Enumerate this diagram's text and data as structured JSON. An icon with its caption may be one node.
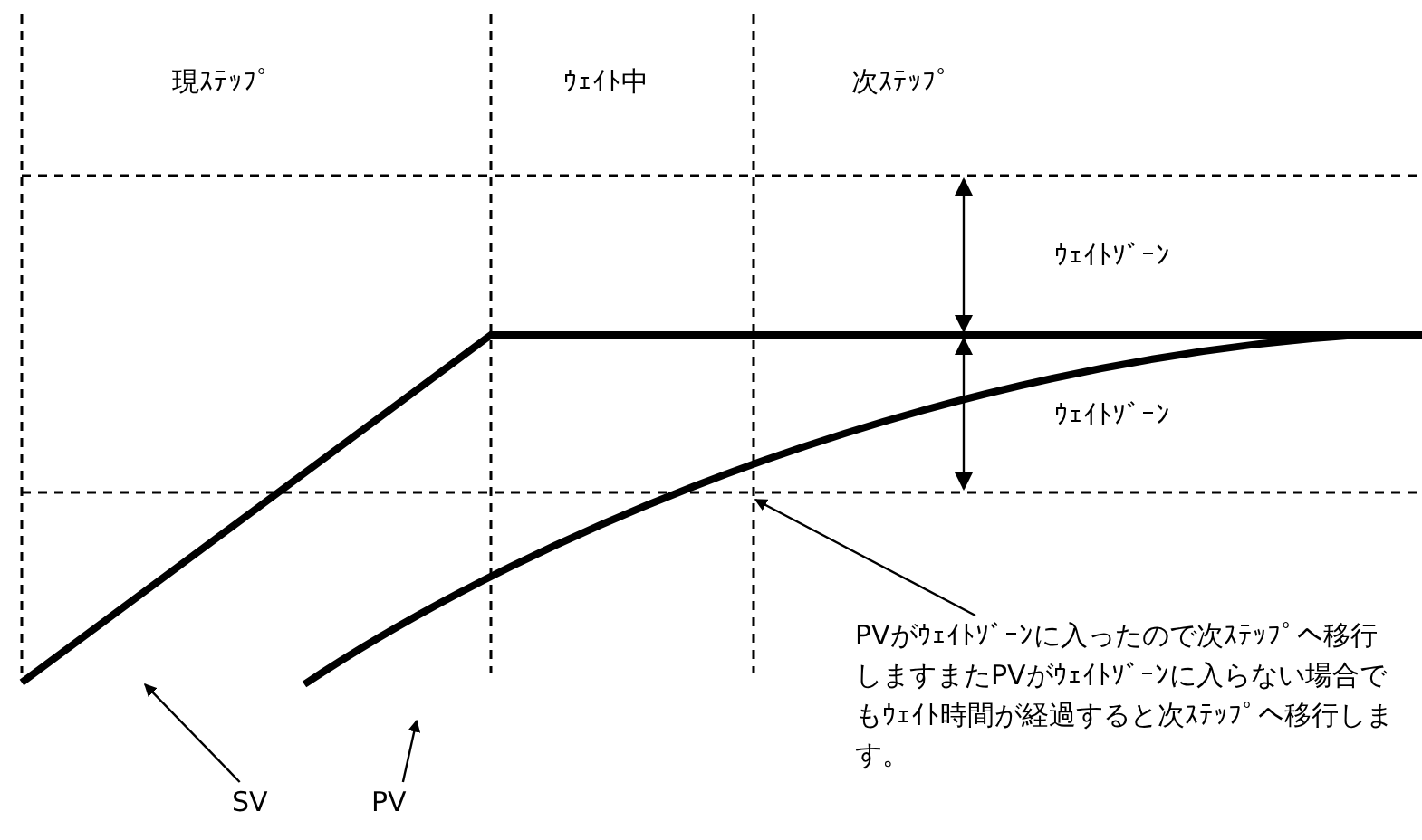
{
  "diagram": {
    "nodes": [
      {
        "text": [
          "SV"
        ]
      },
      {
        "text": [
          "PV"
        ]
      },
      {
        "text": [
          "PVがｳｪｲﾄｿﾞｰﾝに入ったので次ｽﾃｯﾌﾟへ移行しますまたPVがｳｪｲﾄｿﾞｰﾝに入らない場合でもｳｪｲﾄ時間が経過すると次ｽﾃｯﾌﾟへ移行します。"
        ]
      }
    ],
    "edges": [
      {
        "from": 0,
        "to": null,
        "arrow": "to"
      },
      {
        "from": 1,
        "to": null,
        "arrow": "to"
      },
      {
        "from": 2,
        "to": null,
        "arrow": "to"
      }
    ],
    "labels": [
      "現ｽﾃｯﾌﾟ",
      "ｳｪｲﾄ中",
      "次ｽﾃｯﾌﾟ",
      "ｳｪｲﾄｿﾞｰﾝ",
      "ｳｪｲﾄｿﾞｰﾝ"
    ]
  }
}
